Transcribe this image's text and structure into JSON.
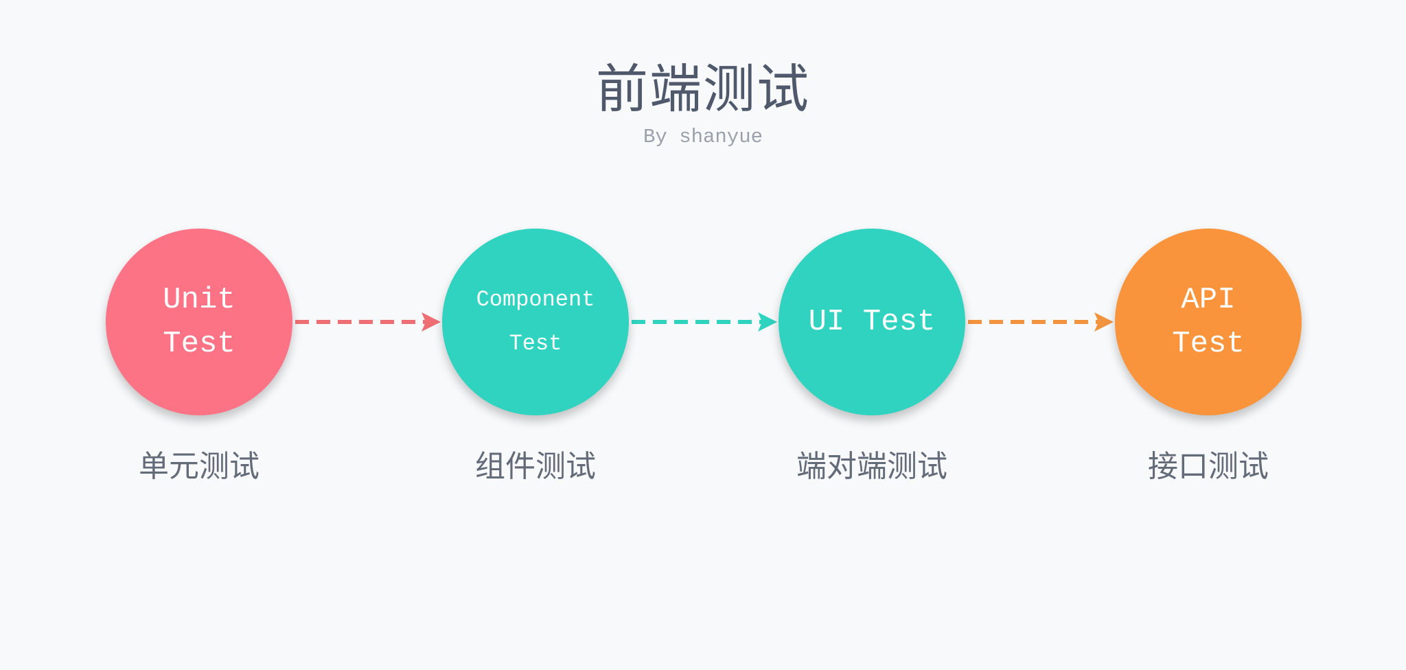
{
  "header": {
    "title": "前端测试",
    "subtitle": "By shanyue"
  },
  "nodes": [
    {
      "label": "Unit\nTest",
      "caption": "单元测试",
      "color": "#fd7386",
      "text_size": "big"
    },
    {
      "label": "Component\nTest",
      "caption": "组件测试",
      "color": "#2fd3c0",
      "text_size": "small"
    },
    {
      "label": "UI Test",
      "caption": "端对端测试",
      "color": "#2fd3c0",
      "text_size": "big"
    },
    {
      "label": "API\nTest",
      "caption": "接口测试",
      "color": "#f9943d",
      "text_size": "big"
    }
  ],
  "arrows": [
    {
      "from": 0,
      "to": 1,
      "color": "#ee6f73",
      "style": "dashed"
    },
    {
      "from": 1,
      "to": 2,
      "color": "#2fd3c0",
      "style": "dashed"
    },
    {
      "from": 2,
      "to": 3,
      "color": "#f2943f",
      "style": "dashed"
    }
  ]
}
